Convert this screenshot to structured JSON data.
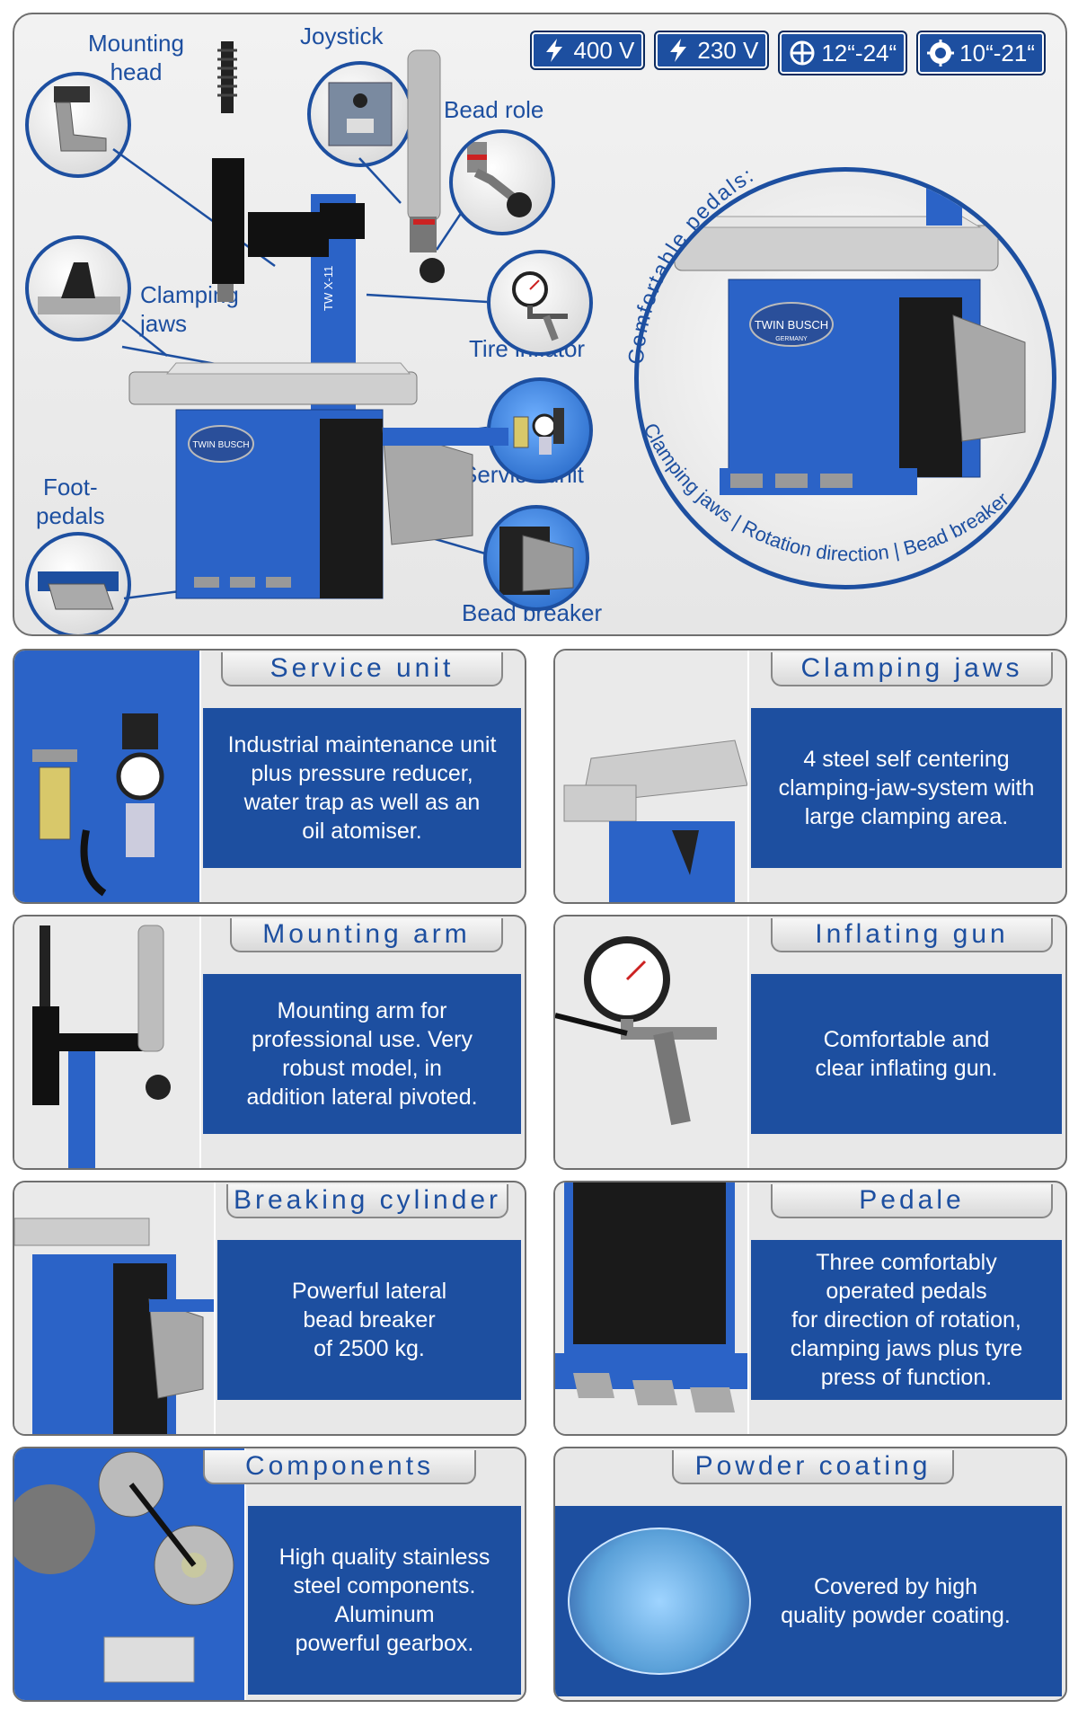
{
  "hero": {
    "badges": [
      {
        "icon": "lightning-icon",
        "label": "400 V"
      },
      {
        "icon": "lightning-icon",
        "label": "230 V"
      },
      {
        "icon": "rim-icon",
        "label": "12“-24“"
      },
      {
        "icon": "rim-icon",
        "label": "10“-21“"
      }
    ],
    "labels": {
      "mounting_head": "Mounting\nhead",
      "joystick": "Joystick",
      "bead_role": "Bead role",
      "clamping_jaws": "Clamping\njaws",
      "tire_inflator": "Tire inflator",
      "service_unit": "Service unit",
      "foot_pedals": "Foot-\npedals",
      "bead_breaker": "Bead breaker"
    },
    "machine_model": "TW X-11",
    "brand": "TWIN BUSCH",
    "brand_sub": "GERMANY",
    "circle_top": "Comfortable pedals:",
    "circle_bottom": "Clamping jaws | Rotation direction | Bead breaker"
  },
  "panels": [
    {
      "title": "Service unit",
      "text": "Industrial maintenance unit\nplus pressure reducer,\nwater trap as well as an\noil atomiser."
    },
    {
      "title": "Clamping jaws",
      "text": "4 steel self centering\nclamping-jaw-system with\nlarge clamping area."
    },
    {
      "title": "Mounting arm",
      "text": "Mounting arm for\nprofessional use. Very\nrobust model, in\naddition lateral pivoted."
    },
    {
      "title": "Inflating gun",
      "text": "Comfortable and\nclear inflating gun."
    },
    {
      "title": "Breaking cylinder",
      "text": "Powerful lateral\nbead breaker\nof 2500 kg."
    },
    {
      "title": "Pedale",
      "text": "Three comfortably\noperated pedals\nfor direction of rotation,\nclamping jaws plus tyre\npress of function."
    },
    {
      "title": "Components",
      "text": "High quality stainless\nsteel components.\nAluminum\npowerful gearbox."
    },
    {
      "title": "Powder coating",
      "text": "Covered by high\nquality powder coating."
    }
  ],
  "colors": {
    "accent": "#1d4fa0",
    "panel_bg": "#e8e8e8"
  }
}
